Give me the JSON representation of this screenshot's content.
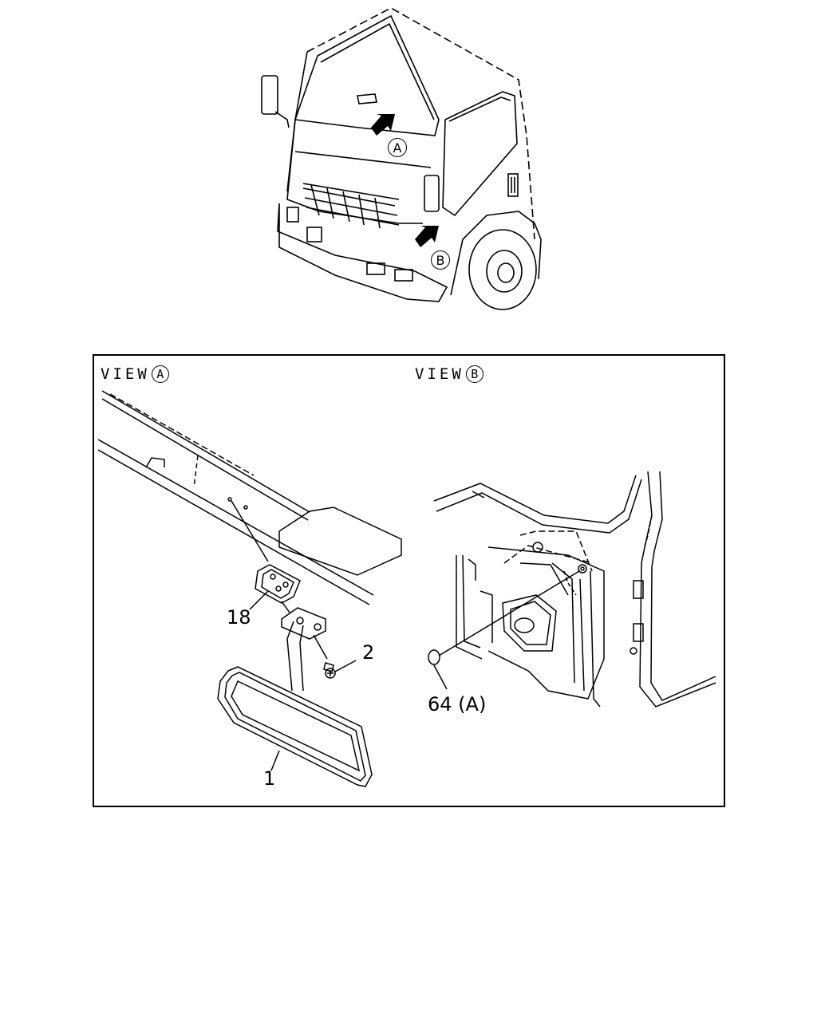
{
  "truck": {
    "marker_a": "A",
    "marker_b": "B"
  },
  "view_a": {
    "title": "VIEW",
    "letter": "A",
    "callouts": {
      "mirror": "1",
      "screw": "2",
      "bracket": "18"
    }
  },
  "view_b": {
    "title": "VIEW",
    "letter": "B",
    "callouts": {
      "plug": "64 (A)"
    }
  }
}
